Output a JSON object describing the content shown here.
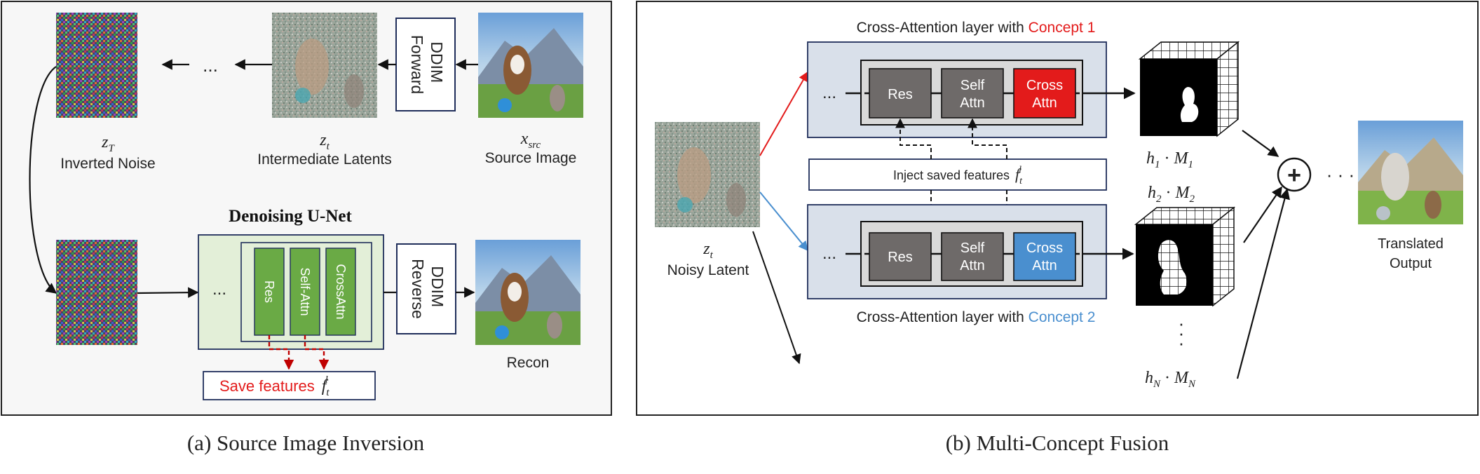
{
  "panel_a": {
    "caption": "(a) Source Image Inversion",
    "noise_label_math": "z",
    "noise_label_sub": "T",
    "noise_label": "Inverted Noise",
    "latent_label_math": "z",
    "latent_label_sub": "t",
    "latent_label": "Intermediate Latents",
    "source_label_math": "x",
    "source_label_sub": "src",
    "source_label": "Source Image",
    "ellipsis": "...",
    "ddim_forward": [
      "DDIM",
      "Forward"
    ],
    "unet_title": "Denoising U-Net",
    "blocks": [
      "Res",
      "Self-Attn",
      "CrossAttn"
    ],
    "ddim_reverse": [
      "DDIM",
      "Reverse"
    ],
    "recon_label": "Recon",
    "save_features": "Save features",
    "save_math": "f",
    "save_sub": "t",
    "save_sup": "l"
  },
  "panel_b": {
    "caption": "(b) Multi-Concept Fusion",
    "top_title_prefix": "Cross-Attention layer with ",
    "top_concept": "Concept 1",
    "bottom_title_prefix": "Cross-Attention layer with ",
    "bottom_concept": "Concept 2",
    "ellipsis": "...",
    "res": "Res",
    "self_attn": [
      "Self",
      "Attn"
    ],
    "cross_attn": [
      "Cross",
      "Attn"
    ],
    "inject": "Inject saved features",
    "inject_math": "f",
    "inject_sub": "t",
    "inject_sup": "l",
    "latent_math": "z",
    "latent_sub": "t",
    "latent_label": "Noisy Latent",
    "h1": {
      "h": "h",
      "sub": "1",
      "m": "M",
      "msub": "1"
    },
    "h2": {
      "h": "h",
      "sub": "2",
      "m": "M",
      "msub": "2"
    },
    "hN": {
      "h": "h",
      "sub": "N",
      "m": "M",
      "msub": "N"
    },
    "dot_op": "·",
    "plus": "+",
    "dots_h": "· · ·",
    "output_label": [
      "Translated",
      "Output"
    ]
  },
  "colors": {
    "concept1": "#e31b1b",
    "concept2": "#4a8fcf",
    "green_block": "#6aaa45",
    "dark_block": "#6e6a69",
    "save_red": "#c00000",
    "navy_border": "#1f2d5a"
  }
}
